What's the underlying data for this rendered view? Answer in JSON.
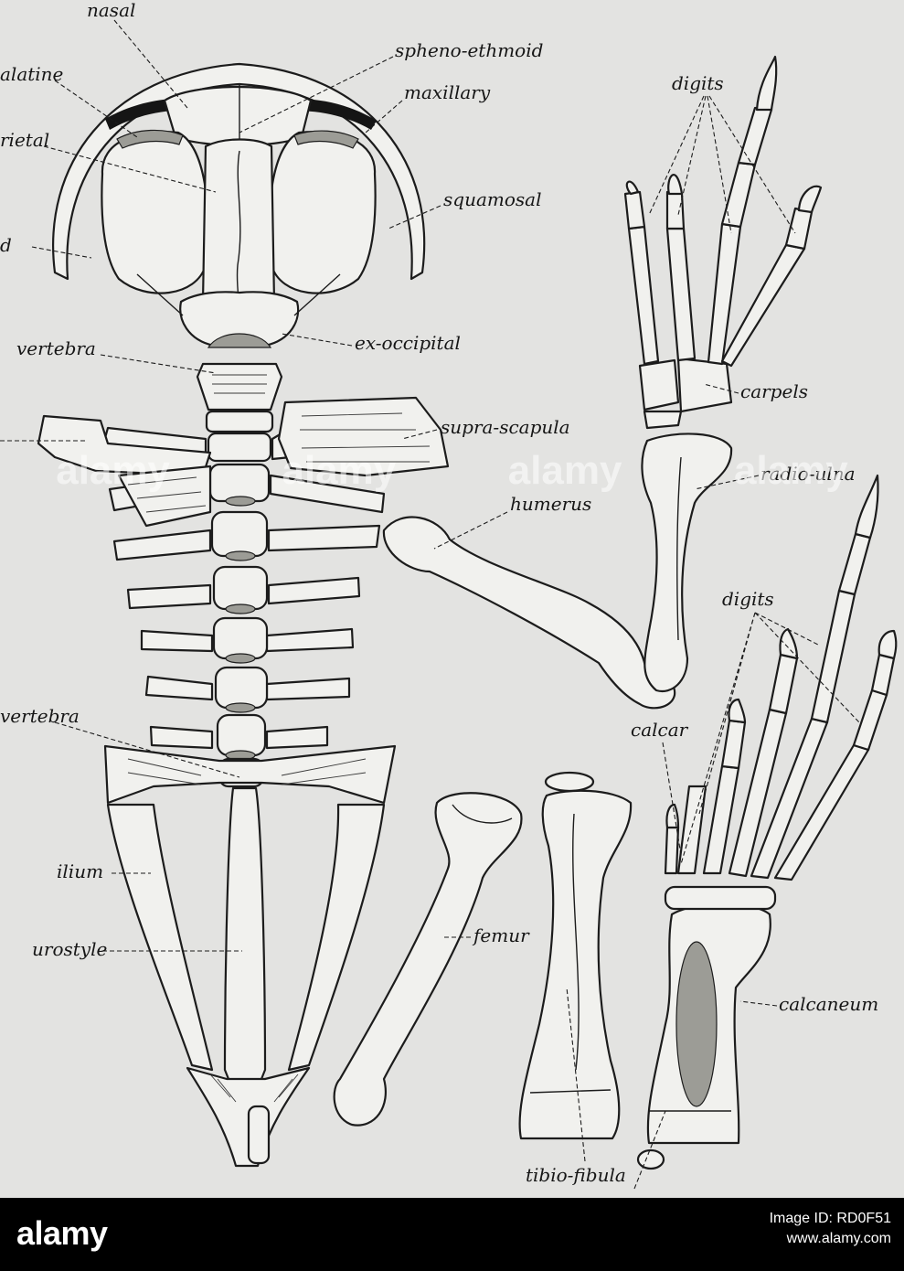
{
  "labels": {
    "nasal": "nasal",
    "palatine": "alatine",
    "spheno_ethmoid": "spheno-ethmoid",
    "maxillary": "maxillary",
    "parietal": "rietal",
    "squamosal": "squamosal",
    "pterygoid": "d",
    "ex_occipital": "ex-occipital",
    "first_vertebra": "vertebra",
    "supra_scapula": "supra-scapula",
    "humerus": "humerus",
    "digits_hand": "digits",
    "carpels": "carpels",
    "radio_ulna": "radio-ulna",
    "digits_foot": "digits",
    "calcar": "calcar",
    "sacral_vertebra": "vertebra",
    "ilium": "ilium",
    "urostyle": "urostyle",
    "femur": "femur",
    "calcaneum": "calcaneum",
    "tibio_fibula": "tibio-fibula"
  },
  "footer": {
    "logo": "alamy",
    "image_id": "Image ID: RD0F51",
    "site": "www.alamy.com"
  },
  "watermark": [
    "alamy",
    "alamy",
    "alamy",
    "alamy"
  ],
  "colors": {
    "background": "#e3e3e1",
    "ink": "#1c1c1c",
    "footer": "#000000"
  }
}
